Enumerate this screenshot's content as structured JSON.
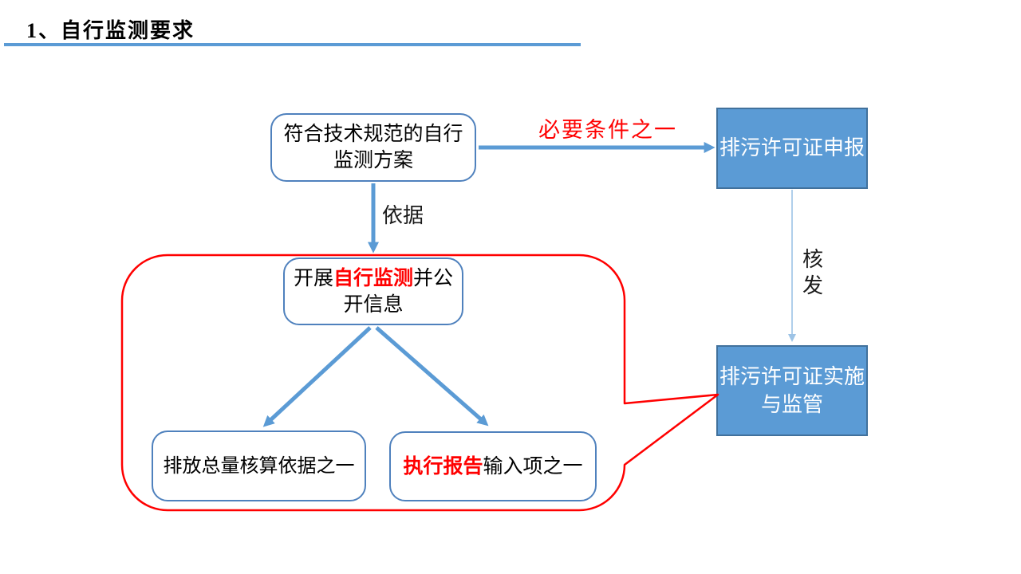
{
  "slide": {
    "title": "1、自行监测要求"
  },
  "colors": {
    "accent_blue": "#5B9BD5",
    "rounded_box_border": "#4F81BD",
    "blue_box_border": "#41719C",
    "thin_arrow_blue": "#9DC3E6",
    "highlight_red": "#FF0000"
  },
  "boxes": {
    "monitoring_plan": {
      "line1": "符合技术规范的自行",
      "line2": "监测方案"
    },
    "carry_out": {
      "seg1": "开展",
      "seg2_red": "自行监测",
      "seg3": "并公开信息"
    },
    "total_amount": {
      "label": "排放总量核算依据之一"
    },
    "exec_report": {
      "seg1_red": "执行报告",
      "seg2": "输入项之一"
    },
    "permit_declare": {
      "label": "排污许可证申报"
    },
    "permit_implement": {
      "line1": "排污许可证实施",
      "line2": "与监管"
    }
  },
  "labels": {
    "necessary_condition": "必要条件之一",
    "basis": "依据",
    "issue": "核发"
  }
}
